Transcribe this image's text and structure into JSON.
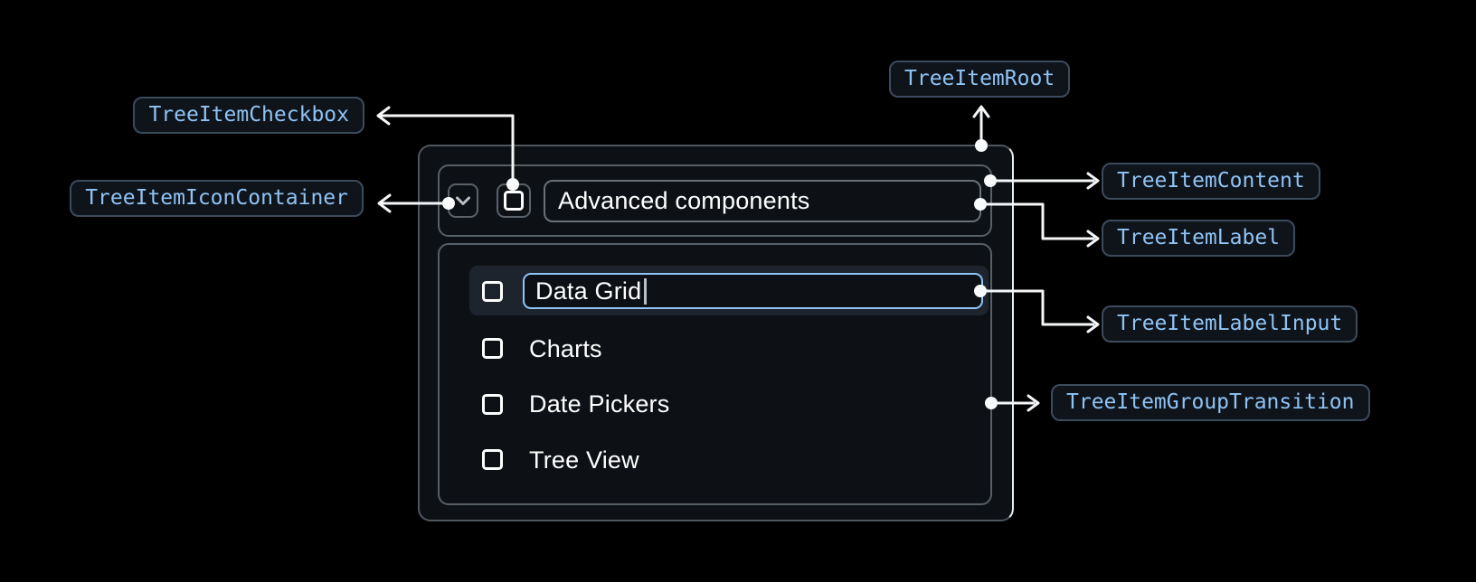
{
  "diagram": {
    "title_context": "Tree item anatomy diagram",
    "annotations": {
      "checkbox": "TreeItemCheckbox",
      "icon_container": "TreeItemIconContainer",
      "root": "TreeItemRoot",
      "content": "TreeItemContent",
      "label": "TreeItemLabel",
      "label_input": "TreeItemLabelInput",
      "group_transition": "TreeItemGroupTransition"
    },
    "tree": {
      "parent_label": "Advanced components",
      "editing_input_value": "Data Grid",
      "children": [
        "Charts",
        "Date Pickers",
        "Tree View"
      ],
      "checkbox_state": "unchecked",
      "expand_icon": "chevron-down-icon"
    },
    "colors": {
      "page_background": "#000000",
      "root_background": "#0d1116",
      "container_border": "#585f66",
      "root_right_edge": "#e9ecef",
      "badge_background": "#0f141b",
      "badge_border": "#3c4b5c",
      "badge_text": "#8fc3f4",
      "connector": "#f4f6f8",
      "selected_row_background": "#1d242e",
      "input_border": "#90c5f6",
      "text": "#ffffff"
    }
  }
}
